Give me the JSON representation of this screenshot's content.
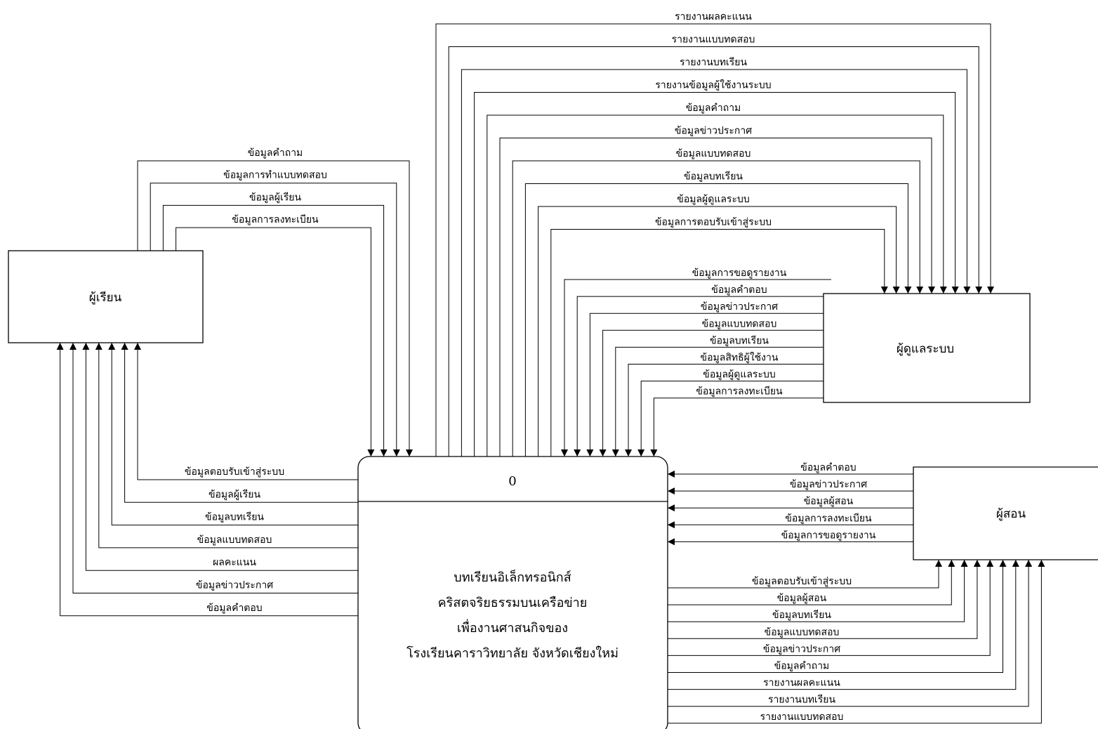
{
  "colors": {
    "line": "#000000",
    "background": "#ffffff"
  },
  "entities": {
    "student": {
      "name": "ผู้เรียน"
    },
    "admin": {
      "name": "ผู้ดูแลระบบ"
    },
    "teacher": {
      "name": "ผู้สอน"
    }
  },
  "process": {
    "id": "0",
    "title_lines": [
      "บทเรียนอิเล็กทรอนิกส์",
      "คริสตจริยธรรมบนเครือข่าย",
      "เพื่องานศาสนกิจของ",
      "โรงเรียนคาราวิทยาลัย จังหวัดเชียงใหม่"
    ]
  },
  "flows": {
    "process_to_admin": [
      "รายงานผลคะแนน",
      "รายงานแบบทดสอบ",
      "รายงานบทเรียน",
      "รายงานข้อมูลผู้ใช้งานระบบ",
      "ข้อมูลคำถาม",
      "ข้อมูลข่าวประกาศ",
      "ข้อมูลแบบทดสอบ",
      "ข้อมูลบทเรียน",
      "ข้อมูลผู้ดูแลระบบ",
      "ข้อมูลการตอบรับเข้าสู่ระบบ"
    ],
    "admin_to_process": [
      "ข้อมูลการขอดูรายงาน",
      "ข้อมูลคำตอบ",
      "ข้อมูลข่าวประกาศ",
      "ข้อมูลแบบทดสอบ",
      "ข้อมูลบทเรียน",
      "ข้อมูลสิทธิผู้ใช้งาน",
      "ข้อมูลผู้ดูแลระบบ",
      "ข้อมูลการลงทะเบียน"
    ],
    "student_to_process": [
      "ข้อมูลคำถาม",
      "ข้อมูลการทำแบบทดสอบ",
      "ข้อมูลผู้เรียน",
      "ข้อมูลการลงทะเบียน"
    ],
    "process_to_student": [
      "ข้อมูลตอบรับเข้าสู่ระบบ",
      "ข้อมูลผู้เรียน",
      "ข้อมูลบทเรียน",
      "ข้อมูลแบบทดสอบ",
      "ผลคะแนน",
      "ข้อมูลข่าวประกาศ",
      "ข้อมูลคำตอบ"
    ],
    "teacher_to_process": [
      "ข้อมูลคำตอบ",
      "ข้อมูลข่าวประกาศ",
      "ข้อมูลผู้สอน",
      "ข้อมูลการลงทะเบียน",
      "ข้อมูลการขอดูรายงาน"
    ],
    "process_to_teacher": [
      "ข้อมูลตอบรับเข้าสู่ระบบ",
      "ข้อมูลผู้สอน",
      "ข้อมูลบทเรียน",
      "ข้อมูลแบบทดสอบ",
      "ข้อมูลข่าวประกาศ",
      "ข้อมูลคำถาม",
      "รายงานผลคะแนน",
      "รายงานบทเรียน",
      "รายงานแบบทดสอบ"
    ]
  }
}
